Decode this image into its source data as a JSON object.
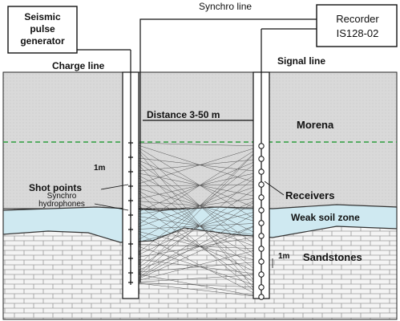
{
  "labels": {
    "synchro_line": "Synchro line",
    "generator_line1": "Seismic",
    "generator_line2": "pulse",
    "generator_line3": "generator",
    "recorder_line1": "Recorder",
    "recorder_line2": "IS128-02",
    "charge_line": "Charge line",
    "signal_line": "Signal line",
    "distance": "Distance 3-50 m",
    "morena": "Morena",
    "one_m_left": "1m",
    "shot_points": "Shot points",
    "synchro_hydrophones_1": "Synchro",
    "synchro_hydrophones_2": "hydrophones",
    "receivers": "Receivers",
    "weak_soil_zone": "Weak soil zone",
    "one_m_right": "1m",
    "sandstones": "Sandstones"
  },
  "colors": {
    "morena_fill": "#d9d9d9",
    "weak_zone_fill": "#cfe9f1",
    "groundwater_line": "#2e9e3e",
    "line": "#111111",
    "ray": "#555555",
    "brick": "#9a9a9a"
  }
}
